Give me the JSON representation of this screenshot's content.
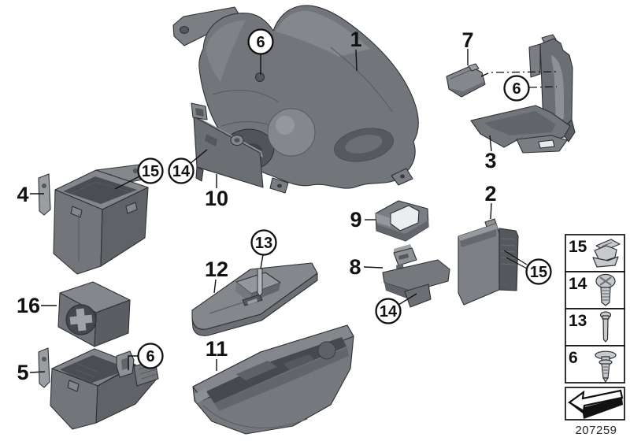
{
  "diagram": {
    "number": "207259"
  },
  "callouts": {
    "plain": [
      {
        "label": "1"
      },
      {
        "label": "7"
      },
      {
        "label": "3"
      },
      {
        "label": "2"
      },
      {
        "label": "9"
      },
      {
        "label": "8"
      },
      {
        "label": "10"
      },
      {
        "label": "4"
      },
      {
        "label": "16"
      },
      {
        "label": "5"
      },
      {
        "label": "12"
      },
      {
        "label": "11"
      }
    ],
    "circled": [
      {
        "label": "6"
      },
      {
        "label": "6"
      },
      {
        "label": "15"
      },
      {
        "label": "14"
      },
      {
        "label": "13"
      },
      {
        "label": "15"
      },
      {
        "label": "14"
      },
      {
        "label": "6"
      }
    ]
  },
  "legend": {
    "rows": [
      {
        "label": "15",
        "icon": "spring-clip-icon"
      },
      {
        "label": "14",
        "icon": "screw-icon"
      },
      {
        "label": "13",
        "icon": "bolt-icon"
      },
      {
        "label": "6",
        "icon": "expanding-rivet-icon"
      }
    ],
    "direction_icon": "direction-arrow-icon"
  },
  "colors": {
    "background": "#ffffff",
    "line": "#111111",
    "part_light": "#9a9ea3",
    "part_mid": "#75797e",
    "part_dark": "#4d5155"
  }
}
